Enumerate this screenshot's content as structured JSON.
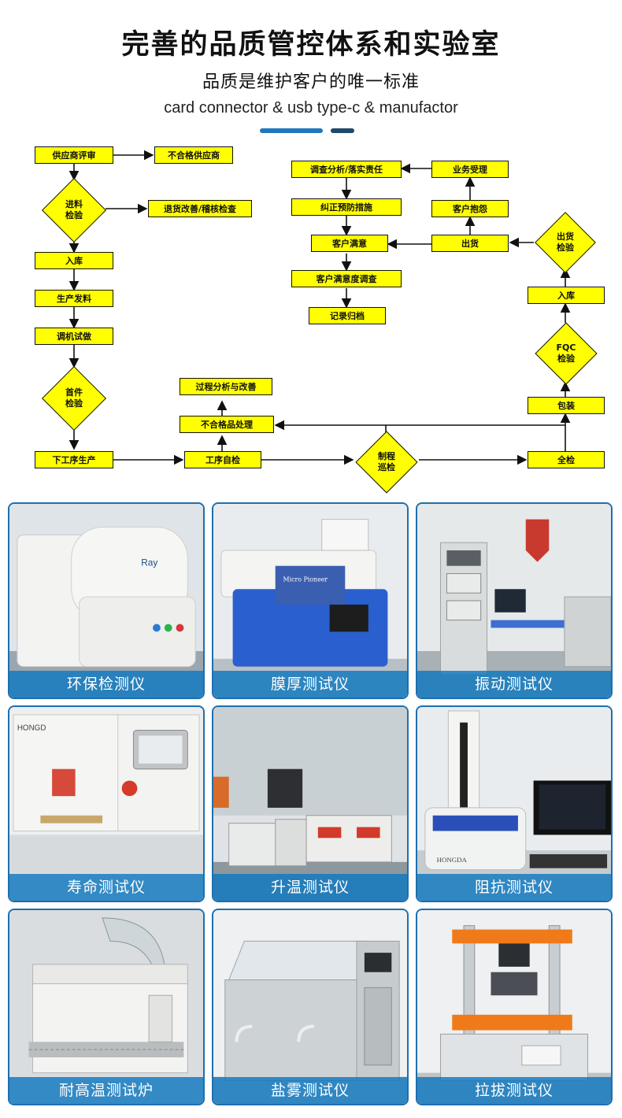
{
  "header": {
    "title": "完善的品质管控体系和实验室",
    "subtitle": "品质是维护客户的唯一标准",
    "tagline": "card connector & usb type-c & manufactor"
  },
  "flow": {
    "boxes": {
      "supplier_review": "供应商评审",
      "unqualified_supplier": "不合格供应商",
      "return_improve": "退货改善/稽核检查",
      "storage_in": "入库",
      "production_material": "生产发料",
      "machine_trial": "调机试做",
      "next_process": "下工序生产",
      "process_self_check": "工序自检",
      "nonconforming": "不合格品处理",
      "process_analysis": "过程分析与改善",
      "full_check": "全检",
      "packaging": "包装",
      "storage_in_2": "入库",
      "shipment": "出货",
      "complaint": "客户抱怨",
      "business_accept": "业务受理",
      "investigation": "调查分析/落实责任",
      "corrective": "纠正预防措施",
      "satisfaction": "客户满意",
      "satisfaction_survey": "客户满意度调查",
      "record_archive": "记录归档"
    },
    "diamonds": {
      "incoming_inspection": "进料\n检验",
      "first_article": "首件\n检验",
      "patrol_inspection": "制程\n巡检",
      "fqc_inspection": "FQC\n检验",
      "shipment_inspection": "出货\n检验"
    }
  },
  "equipment": [
    {
      "label": "环保检测仪",
      "icon": "xrf-analyzer-photo"
    },
    {
      "label": "膜厚测试仪",
      "icon": "thickness-tester-photo"
    },
    {
      "label": "振动测试仪",
      "icon": "vibration-tester-photo"
    },
    {
      "label": "寿命测试仪",
      "icon": "life-tester-photo"
    },
    {
      "label": "升温测试仪",
      "icon": "temperature-rise-tester-photo"
    },
    {
      "label": "阻抗测试仪",
      "icon": "impedance-tester-photo"
    },
    {
      "label": "耐高温测试炉",
      "icon": "reflow-oven-photo"
    },
    {
      "label": "盐雾测试仪",
      "icon": "salt-spray-tester-photo"
    },
    {
      "label": "拉拔测试仪",
      "icon": "pull-tester-photo"
    }
  ],
  "colors": {
    "accent": "#1f79bf",
    "accent_dark": "#1d4a6b",
    "flow_fill": "#ffff00",
    "card_border": "#1e6fae",
    "caption_bg": "#0f78be"
  }
}
